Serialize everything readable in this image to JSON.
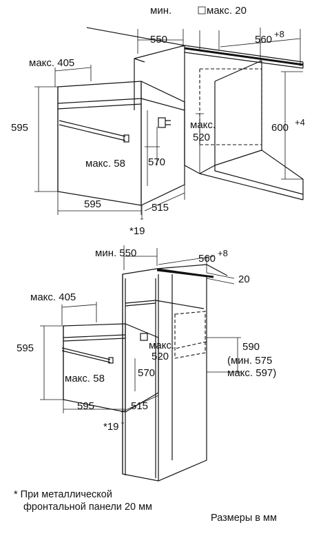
{
  "top_diagram": {
    "min_width_label": "мин.",
    "min_width_value": "550",
    "max_gap_label": "макс. 20",
    "niche_width_value": "560",
    "niche_width_tol": "+8",
    "max_depth_label": "макс. 405",
    "oven_height": "595",
    "niche_height_value": "600",
    "niche_height_tol": "+4",
    "max_label": "макс.",
    "depth_520": "520",
    "max_58": "макс. 58",
    "oven_depth_570": "570",
    "oven_width": "595",
    "depth_515": "515",
    "footnote_ref": "*19"
  },
  "bottom_diagram": {
    "min_width": "мин. 550",
    "niche_width_value": "560",
    "niche_width_tol": "+8",
    "gap_20": "20",
    "max_depth_label": "макс. 405",
    "oven_height": "595",
    "max_label": "макс.",
    "depth_520": "520",
    "niche_h_590": "590",
    "niche_min": "(мин. 575",
    "niche_max": "макс. 597)",
    "max_58": "макс. 58",
    "oven_depth_570": "570",
    "oven_width": "595",
    "depth_515": "515",
    "footnote_ref": "*19"
  },
  "footnote": {
    "line1": "* При металлической",
    "line2": "фронтальной панели 20 мм"
  },
  "units_note": "Размеры в мм"
}
